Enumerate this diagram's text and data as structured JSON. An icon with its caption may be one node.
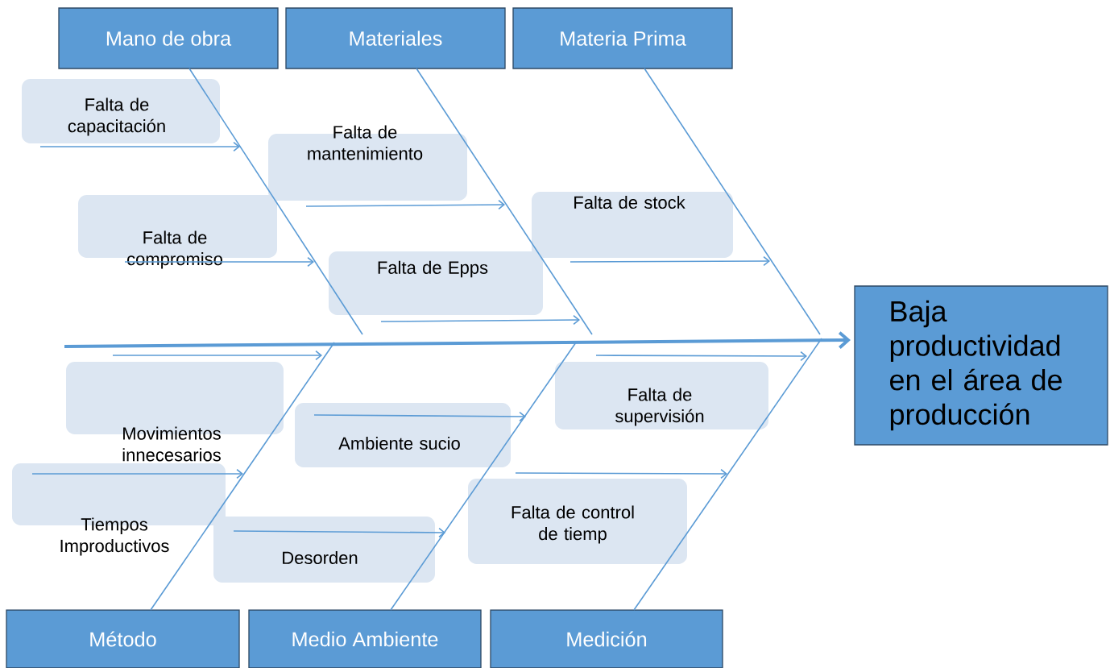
{
  "diagram": {
    "nodes": [
      {
        "text": [
          "Mano de obra"
        ]
      },
      {
        "text": [
          "Materiales"
        ]
      },
      {
        "text": [
          "Materia Prima"
        ]
      },
      {
        "text": [
          "Método"
        ]
      },
      {
        "text": [
          "Medio Ambiente"
        ]
      },
      {
        "text": [
          "Medición"
        ]
      },
      {
        "text": [
          "Baja productividad en el área de producción"
        ]
      },
      {
        "text": [
          "Falta de capacitación"
        ]
      },
      {
        "text": [
          "Falta de mantenimiento"
        ]
      },
      {
        "text": [
          "Falta de stock"
        ]
      },
      {
        "text": [
          "Falta de compromiso"
        ]
      },
      {
        "text": [
          "Falta de Epps"
        ]
      },
      {
        "text": [
          "Falta de supervisión"
        ]
      },
      {
        "text": [
          "Ambiente sucio"
        ]
      },
      {
        "text": [
          "Movimientos innecesarios"
        ]
      },
      {
        "text": [
          "Falta de control de tiemp"
        ]
      },
      {
        "text": [
          "Tiempos Improductivos"
        ]
      },
      {
        "text": [
          "Desorden"
        ]
      }
    ],
    "edges": [
      {
        "from": null,
        "to": 6,
        "arrow": "to",
        "style": "thick"
      },
      {
        "from": 0,
        "to": null,
        "arrow": "none"
      },
      {
        "from": 1,
        "to": null,
        "arrow": "none"
      },
      {
        "from": 2,
        "to": null,
        "arrow": "none"
      },
      {
        "from": 3,
        "to": null,
        "arrow": "none"
      },
      {
        "from": 4,
        "to": null,
        "arrow": "none"
      },
      {
        "from": 5,
        "to": null,
        "arrow": "none"
      },
      {
        "from": 7,
        "to": null,
        "arrow": "to"
      },
      {
        "from": 8,
        "to": null,
        "arrow": "to"
      },
      {
        "from": 9,
        "to": null,
        "arrow": "to"
      },
      {
        "from": 10,
        "to": null,
        "arrow": "to"
      },
      {
        "from": 11,
        "to": null,
        "arrow": "to"
      },
      {
        "from": 12,
        "to": null,
        "arrow": "to"
      },
      {
        "from": 13,
        "to": null,
        "arrow": "to"
      },
      {
        "from": 14,
        "to": null,
        "arrow": "to"
      },
      {
        "from": 15,
        "to": null,
        "arrow": "to"
      },
      {
        "from": 16,
        "to": null,
        "arrow": "to"
      },
      {
        "from": 17,
        "to": null,
        "arrow": "to"
      }
    ]
  }
}
